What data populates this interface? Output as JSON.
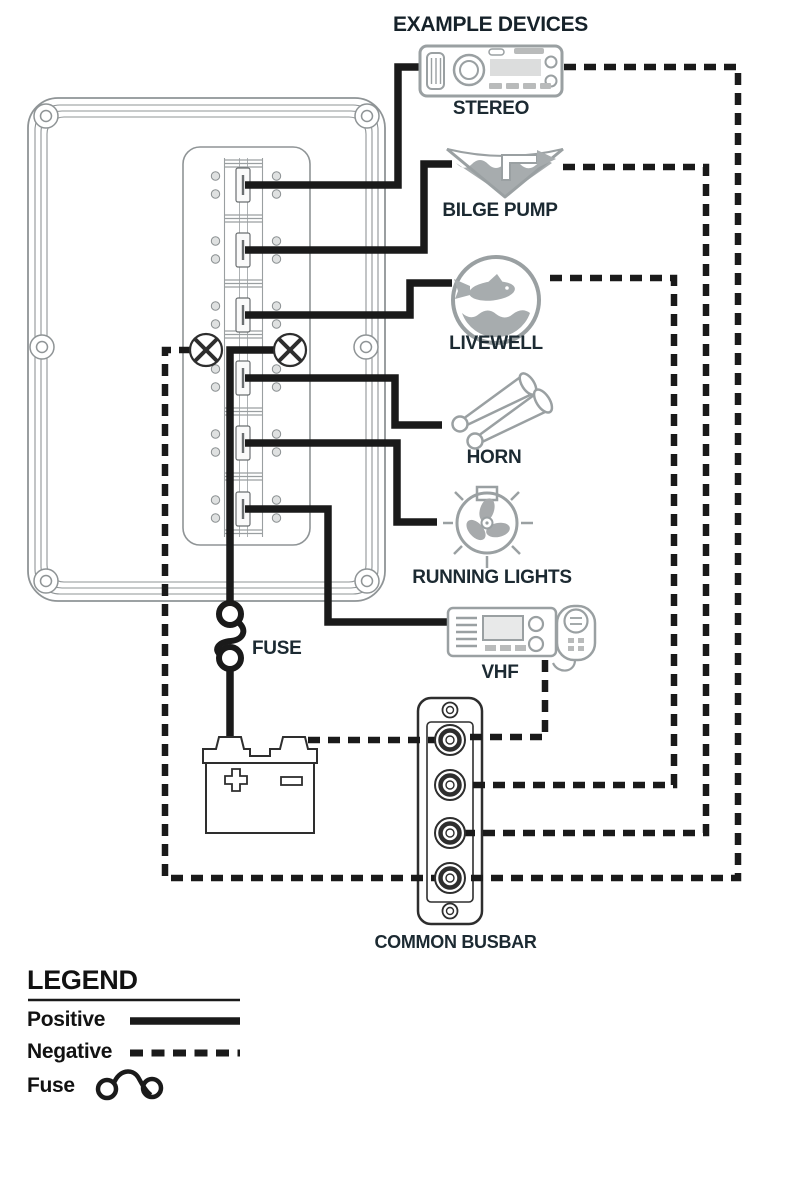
{
  "title": "EXAMPLE DEVICES",
  "colors": {
    "background": "#ffffff",
    "wire": "#1a1a1a",
    "icon_gray": "#9aa0a2",
    "panel_gray": "#8f9496",
    "label_text": "#1c2a32",
    "legend_text": "#121212"
  },
  "panel": {
    "type": "circuit-breaker-panel",
    "breaker_positions": 6
  },
  "devices": [
    {
      "id": "stereo",
      "label": "STEREO"
    },
    {
      "id": "bilge-pump",
      "label": "BILGE PUMP"
    },
    {
      "id": "livewell",
      "label": "LIVEWELL"
    },
    {
      "id": "horn",
      "label": "HORN"
    },
    {
      "id": "running-lights",
      "label": "RUNNING LIGHTS"
    },
    {
      "id": "vhf",
      "label": "VHF"
    }
  ],
  "fuse": {
    "label": "FUSE"
  },
  "busbar": {
    "label": "COMMON BUSBAR",
    "terminals": 4
  },
  "legend": {
    "title": "LEGEND",
    "items": [
      {
        "label": "Positive",
        "line_style": "solid"
      },
      {
        "label": "Negative",
        "line_style": "dashed"
      },
      {
        "label": "Fuse",
        "line_style": "fuse-symbol"
      }
    ]
  },
  "connections": [
    {
      "from": "breaker-1",
      "to": "stereo",
      "polarity": "positive",
      "style": "solid"
    },
    {
      "from": "breaker-2",
      "to": "bilge-pump",
      "polarity": "positive",
      "style": "solid"
    },
    {
      "from": "breaker-3",
      "to": "livewell",
      "polarity": "positive",
      "style": "solid"
    },
    {
      "from": "breaker-4",
      "to": "horn",
      "polarity": "positive",
      "style": "solid"
    },
    {
      "from": "breaker-5",
      "to": "running-lights",
      "polarity": "positive",
      "style": "solid"
    },
    {
      "from": "breaker-6",
      "to": "vhf",
      "polarity": "positive",
      "style": "solid"
    },
    {
      "from": "battery-positive",
      "to": "panel-feed",
      "polarity": "positive",
      "style": "solid",
      "through": "fuse"
    },
    {
      "from": "battery-negative",
      "to": "busbar-terminal-1",
      "polarity": "negative",
      "style": "dashed"
    },
    {
      "from": "vhf",
      "to": "busbar-terminal-1",
      "polarity": "negative",
      "style": "dashed"
    },
    {
      "from": "livewell",
      "to": "busbar-terminal-2",
      "polarity": "negative",
      "style": "dashed"
    },
    {
      "from": "bilge-pump",
      "to": "busbar-terminal-3",
      "polarity": "negative",
      "style": "dashed"
    },
    {
      "from": "stereo",
      "to": "busbar-terminal-4",
      "polarity": "negative",
      "style": "dashed"
    },
    {
      "from": "panel-ground",
      "to": "busbar-terminal-4",
      "polarity": "negative",
      "style": "dashed"
    }
  ]
}
